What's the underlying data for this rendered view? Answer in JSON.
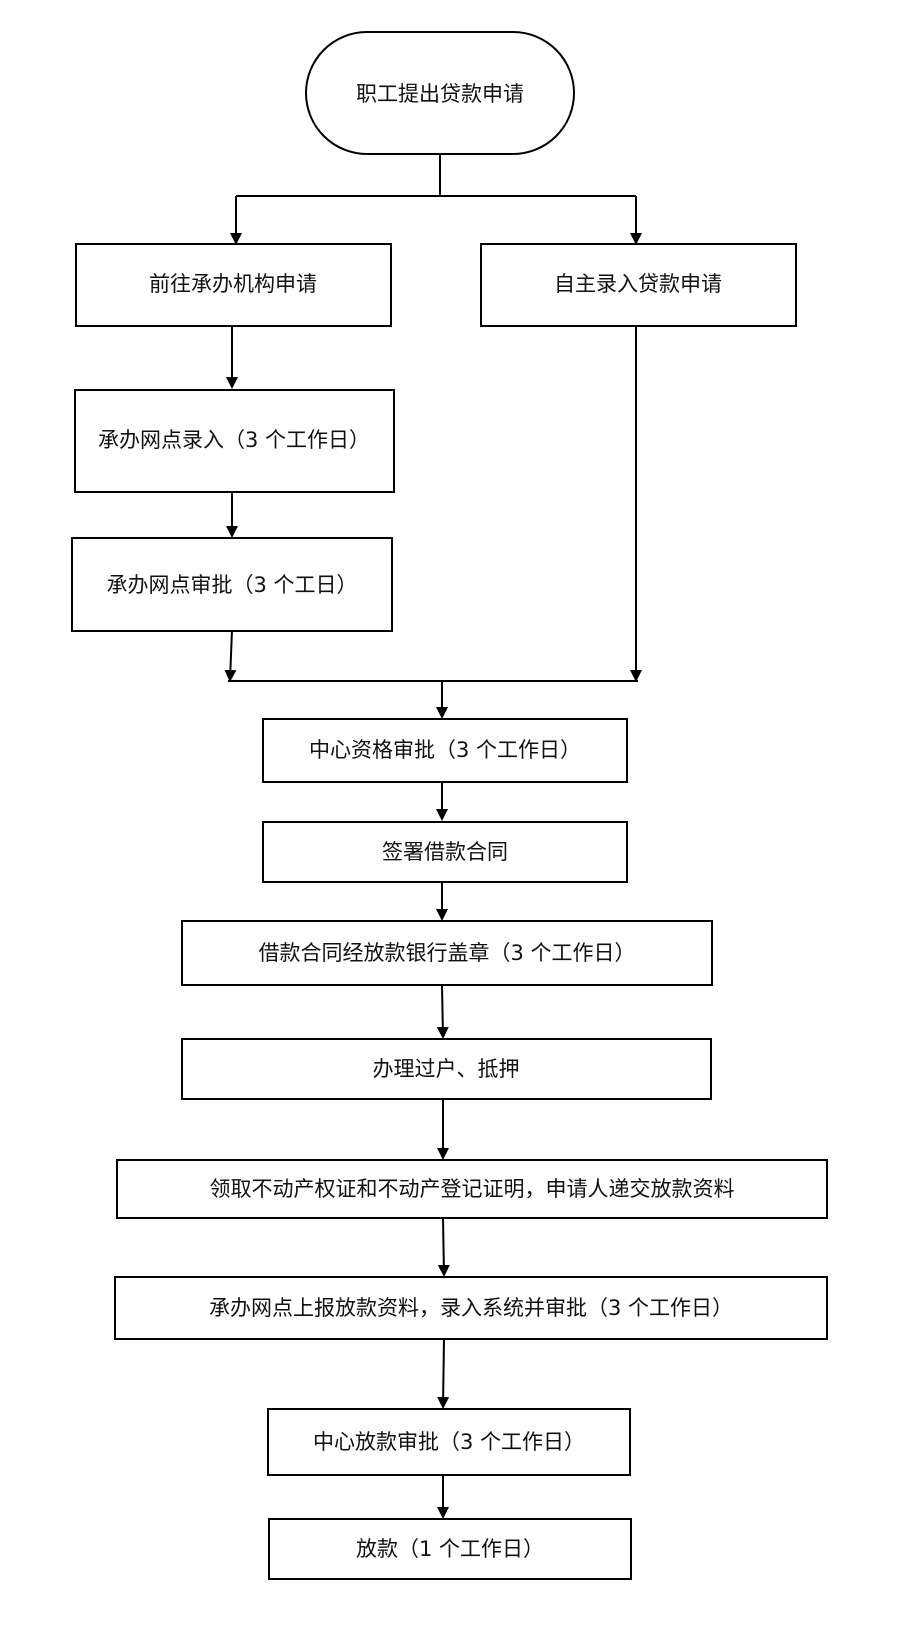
{
  "flowchart": {
    "start": "职工提出贷款申请",
    "branch_left": "前往承办机构申请",
    "branch_right": "自主录入贷款申请",
    "left_step1": "承办网点录入（3 个工作日）",
    "left_step2": "承办网点审批（3 个工日）",
    "step_center_review": "中心资格审批（3 个工作日）",
    "step_sign_contract": "签署借款合同",
    "step_bank_seal": "借款合同经放款银行盖章（3 个工作日）",
    "step_transfer_mortgage": "办理过户、抵押",
    "step_get_certificates": "领取不动产权证和不动产登记证明，申请人递交放款资料",
    "step_report_materials": "承办网点上报放款资料，录入系统并审批（3 个工作日）",
    "step_center_loan_review": "中心放款审批（3 个工作日）",
    "step_disbursement": "放款（1 个工作日）"
  }
}
